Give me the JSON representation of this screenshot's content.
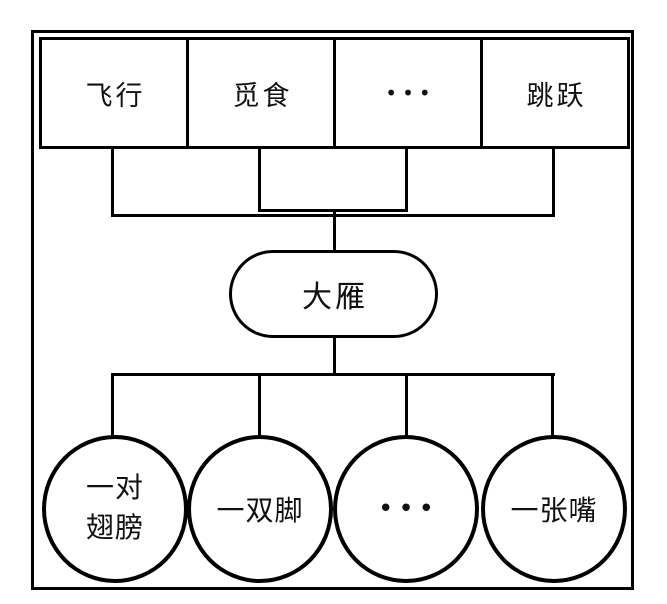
{
  "diagram": {
    "title_hidden": "",
    "top_row": {
      "items": [
        {
          "label": "飞行"
        },
        {
          "label": "觅食"
        },
        {
          "label": "•••"
        },
        {
          "label": "跳跃"
        }
      ]
    },
    "center_node": {
      "label": "大雁"
    },
    "bottom_row": {
      "items": [
        {
          "lines": [
            "一对",
            "翅膀"
          ]
        },
        {
          "lines": [
            "一双脚"
          ]
        },
        {
          "lines": [
            "•••"
          ]
        },
        {
          "lines": [
            "一张嘴"
          ]
        }
      ]
    }
  },
  "colors": {
    "line": "#000000",
    "background": "#ffffff",
    "text": "#111111"
  }
}
